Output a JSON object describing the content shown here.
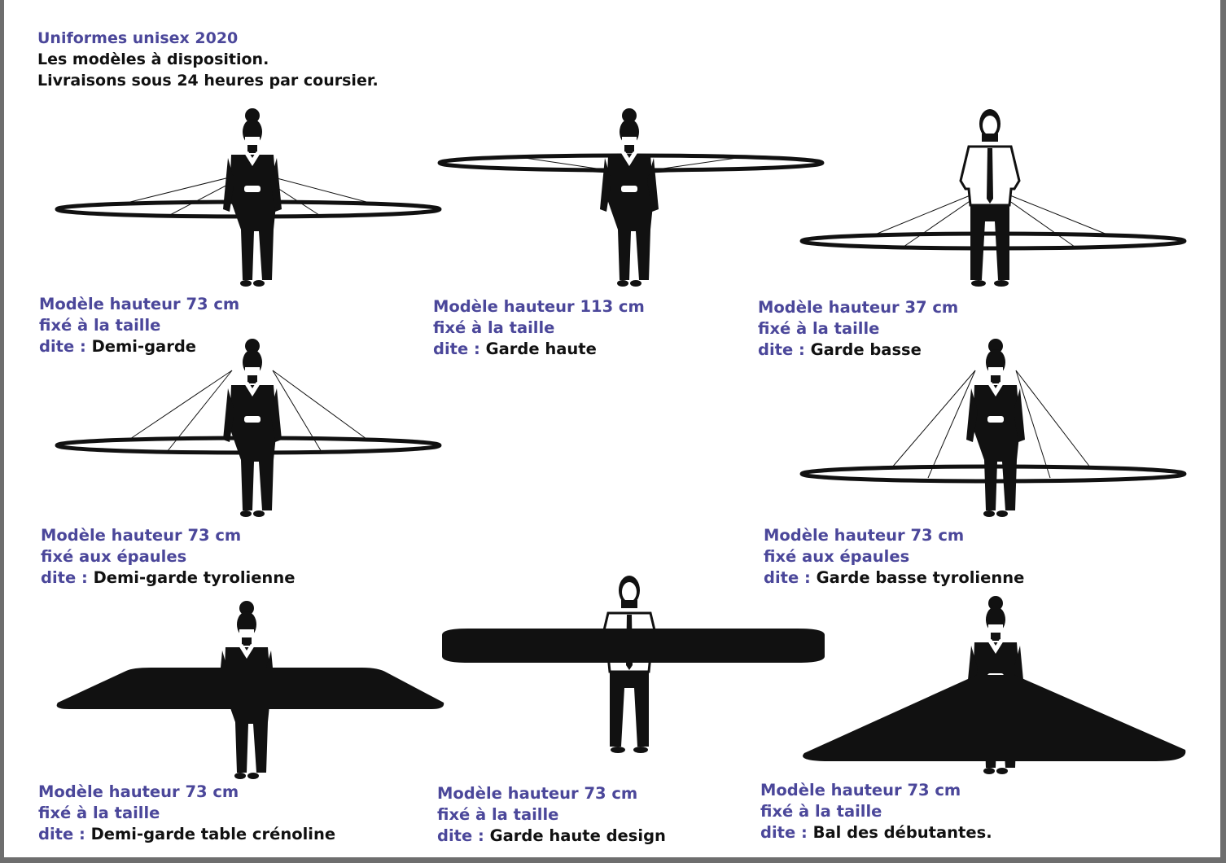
{
  "header": {
    "title": "Uniformes unisex 2020",
    "line1": "Les modèles à disposition.",
    "line2": "Livraisons sous 24 heures par coursier."
  },
  "dite_label": "dite :",
  "models": [
    {
      "height": "Modèle hauteur 73 cm",
      "fix": "fixé à la taille",
      "name": "Demi-garde",
      "figure": "woman-icon",
      "ring": "ring-icon"
    },
    {
      "height": "Modèle hauteur 113 cm",
      "fix": "fixé à la taille",
      "name": "Garde haute",
      "figure": "woman-icon",
      "ring": "ring-icon"
    },
    {
      "height": "Modèle hauteur 37 cm",
      "fix": "fixé à la taille",
      "name": "Garde basse",
      "figure": "man-icon",
      "ring": "ring-icon"
    },
    {
      "height": "Modèle hauteur 73 cm",
      "fix": "fixé aux épaules",
      "name": "Demi-garde tyrolienne",
      "figure": "woman-icon",
      "ring": "ring-icon"
    },
    {
      "height": "Modèle hauteur 73 cm",
      "fix": "fixé aux épaules",
      "name": "Garde basse tyrolienne",
      "figure": "woman-icon",
      "ring": "ring-icon"
    },
    {
      "height": "Modèle hauteur 73 cm",
      "fix": "fixé à la taille",
      "name": "Demi-garde table crénoline",
      "figure": "woman-icon",
      "ring": "table-skirt-icon"
    },
    {
      "height": "Modèle hauteur 73 cm",
      "fix": "fixé à la taille",
      "name": "Garde haute design",
      "figure": "man-icon",
      "ring": "disc-icon"
    },
    {
      "height": "Modèle hauteur 73 cm",
      "fix": "fixé à la taille",
      "name": "Bal des débutantes.",
      "figure": "woman-icon",
      "ring": "cone-skirt-icon"
    }
  ]
}
